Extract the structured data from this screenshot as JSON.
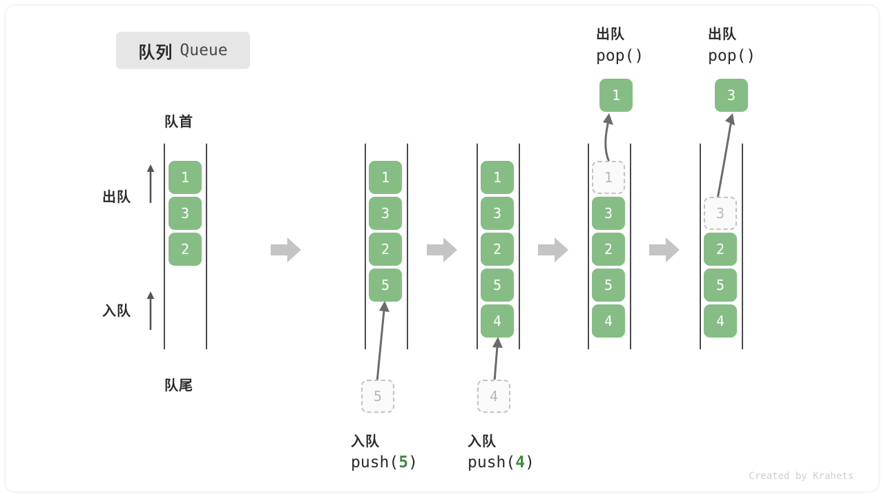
{
  "title": {
    "cn": "队列",
    "en": "Queue"
  },
  "labels": {
    "front": "队首",
    "rear": "队尾",
    "dequeue": "出队",
    "enqueue": "入队"
  },
  "credit": "Created by Krahets",
  "colors": {
    "cell_green": "#85bd84",
    "ghost_fill": "#fafafa",
    "ghost_border": "#c2c2c2",
    "rail": "#4a4a4a",
    "step_arrow": "#c4c4c4",
    "badge_bg": "#e6e6e6",
    "highlight_green": "#3f8a3f"
  },
  "columns": [
    {
      "id": "initial",
      "cells": [
        "1",
        "3",
        "2"
      ],
      "ghost_index": null
    },
    {
      "id": "after-push-5",
      "cells": [
        "1",
        "3",
        "2",
        "5"
      ],
      "ghost_index": null
    },
    {
      "id": "after-push-4",
      "cells": [
        "1",
        "3",
        "2",
        "5",
        "4"
      ],
      "ghost_index": null
    },
    {
      "id": "pop-1",
      "cells": [
        "1",
        "3",
        "2",
        "5",
        "4"
      ],
      "ghost_index": 0
    },
    {
      "id": "pop-3",
      "cells": [
        "3",
        "2",
        "5",
        "4"
      ],
      "ghost_index": 0
    }
  ],
  "operations": {
    "push_5": {
      "cn": "入队",
      "fn_prefix": "push(",
      "value": "5",
      "fn_suffix": ")",
      "ghost_value": "5"
    },
    "push_4": {
      "cn": "入队",
      "fn_prefix": "push(",
      "value": "4",
      "fn_suffix": ")",
      "ghost_value": "4"
    },
    "pop_1": {
      "cn": "出队",
      "fn": "pop()",
      "value": "1"
    },
    "pop_3": {
      "cn": "出队",
      "fn": "pop()",
      "value": "3"
    }
  },
  "icons": {
    "step_arrow": "right-block-arrow-icon",
    "up_arrow": "up-arrow-icon",
    "push_connector": "push-arrow-icon",
    "pop_connector": "pop-arrow-icon"
  }
}
